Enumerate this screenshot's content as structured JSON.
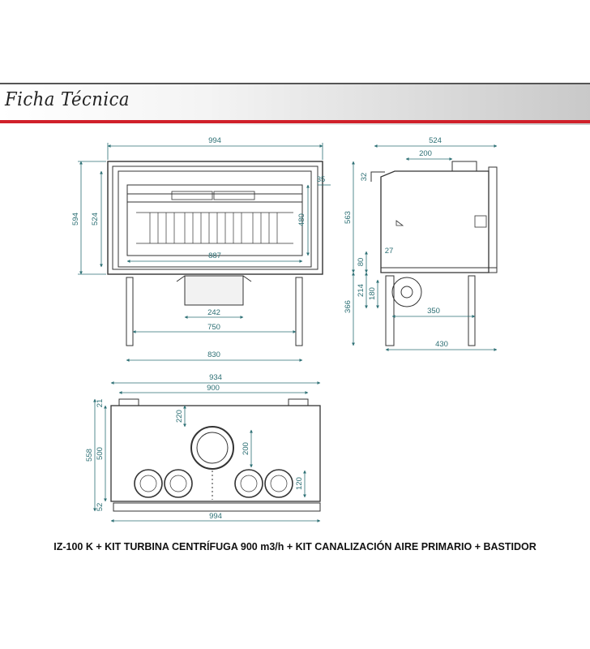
{
  "header": {
    "title": "Ficha Técnica"
  },
  "caption": "IZ-100 K + KIT TURBINA CENTRÍFUGA 900 m3/h + KIT CANALIZACIÓN AIRE PRIMARIO + BASTIDOR",
  "colors": {
    "dimension": "#2c6f74",
    "accent_red": "#d0202a",
    "line": "#333333"
  },
  "front_view": {
    "width_outer": "994",
    "height_outer": "594",
    "height_inner": "524",
    "glass_width": "887",
    "glass_height": "480",
    "top_offset": "35",
    "duct_width": "242",
    "leg_inner": "750",
    "leg_outer": "830"
  },
  "side_view": {
    "depth": "524",
    "top_collar": "200",
    "collar_offset": "32",
    "height": "563",
    "small_step": "27",
    "base_80": "80",
    "base_214": "214",
    "turbine_180": "180",
    "leg_height": "366",
    "turbine_depth": "350",
    "frame_depth": "430"
  },
  "top_view": {
    "frame_outer": "934",
    "frame_inner": "900",
    "collar_offset": "220",
    "collar_diameter": "200",
    "depth_558": "558",
    "depth_500": "500",
    "top_21": "21",
    "vent_120": "120",
    "bottom_52": "52",
    "width_994": "994"
  }
}
